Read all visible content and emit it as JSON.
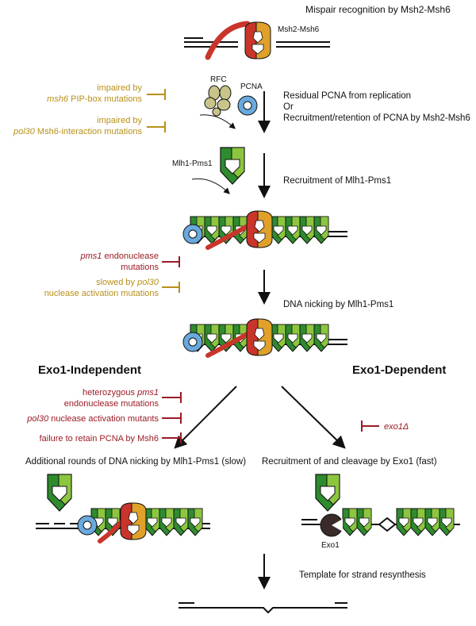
{
  "colors": {
    "dna": "#111111",
    "msh2": "#c9352a",
    "msh6": "#e0a12a",
    "mlh1_dark": "#2e8b2e",
    "pms1_light": "#8cc63f",
    "pcna": "#6aa9dd",
    "rfc": "#c8c48a",
    "exo1": "#3a2a2a",
    "olive_inhibit": "#b8901a",
    "red_inhibit": "#9b1b25"
  },
  "steps": {
    "s1": "Mispair recognition by Msh2-Msh6",
    "s1_protein": "Msh2-Msh6",
    "rfc_label": "RFC",
    "pcna_label": "PCNA",
    "s2_line1": "Residual PCNA from replication",
    "s2_line2": "Or",
    "s2_line3": "Recruitment/retention of PCNA by Msh2-Msh6",
    "mlh_label": "Mlh1-Pms1",
    "s3": "Recruitment of Mlh1-Pms1",
    "s4": "DNA nicking by Mlh1-Pms1",
    "exo1_label": "Exo1",
    "s_left": "Additional rounds of DNA nicking by Mlh1-Pms1 (slow)",
    "s_right": "Recruitment of and cleavage by Exo1 (fast)",
    "s_final": "Template for strand resynthesis"
  },
  "pathways": {
    "left_title": "Exo1-Independent",
    "right_title": "Exo1-Dependent"
  },
  "inhibitors": {
    "i1_line1": "impaired by",
    "i1_line2_italic": "msh6",
    "i1_line2_rest": " PIP-box mutations",
    "i2_line1": "impaired by",
    "i2_line2_italic": "pol30",
    "i2_line2_rest": " Msh6-interaction mutations",
    "i3_line1_italic": "pms1",
    "i3_line1_rest": " endonuclease",
    "i3_line2": "mutations",
    "i4_line1_pre": "slowed by ",
    "i4_line1_italic": "pol30",
    "i4_line2": "nuclease activation mutations",
    "i5_line1_pre": "heterozygous ",
    "i5_line1_italic": "pms1",
    "i5_line2": "endonuclease mutations",
    "i6_italic": "pol30",
    "i6_rest": " nuclease activation mutants",
    "i7": "failure to retain PCNA by Msh6",
    "i8": "exo1Δ"
  }
}
